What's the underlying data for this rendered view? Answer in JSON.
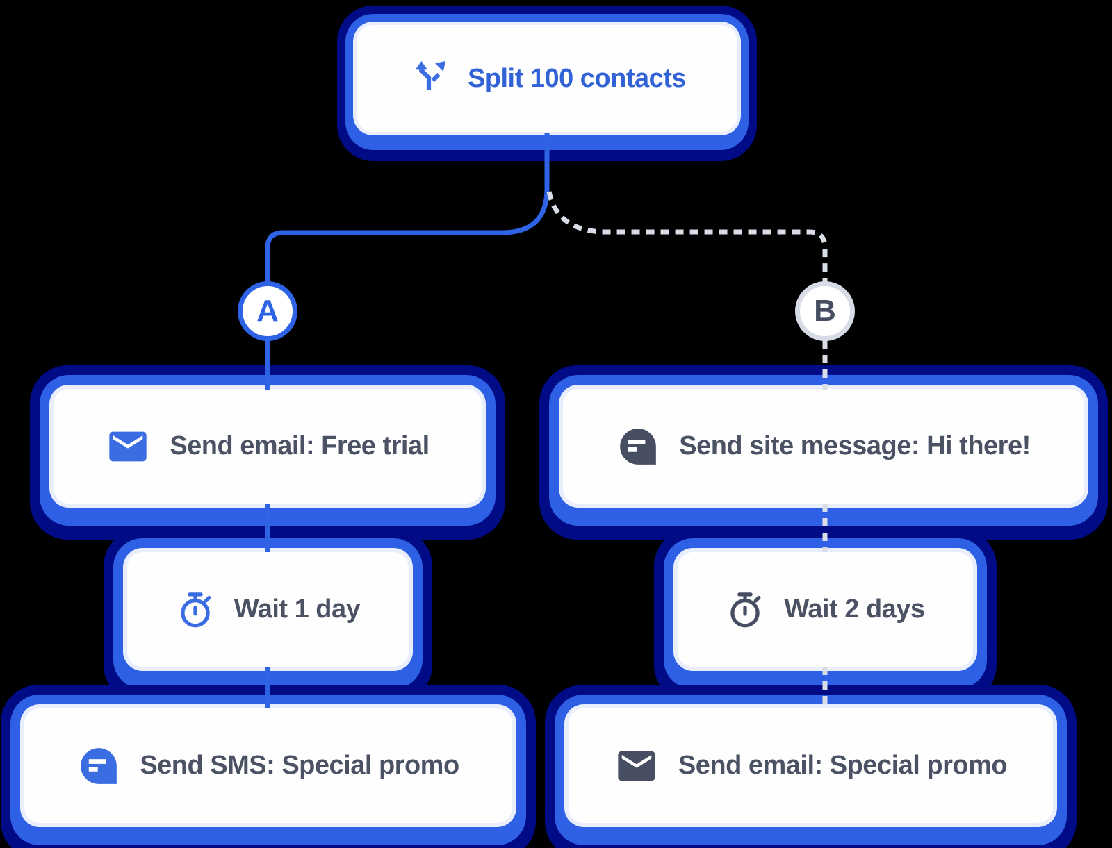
{
  "colors": {
    "background": "#000000",
    "navy_ring": "#010b86",
    "blue_ring": "#2d60e4",
    "inner_ring": "#e9eefc",
    "card_bg": "#ffffff",
    "accent_blue": "#2e63e6",
    "top_label_blue": "#3263d6",
    "text_dark": "#4b5263",
    "icon_dark": "#474e61",
    "dashed_line_gray": "#d9dde7",
    "branch_b_border": "#d6dbe6"
  },
  "top_node": {
    "icon": "split-icon",
    "label": "Split 100 contacts"
  },
  "branch_a": {
    "label": "A",
    "line_style": "solid-blue",
    "nodes": [
      {
        "icon": "email-icon",
        "label": "Send email: Free trial"
      },
      {
        "icon": "timer-icon",
        "label": "Wait 1 day"
      },
      {
        "icon": "sms-icon",
        "label": "Send SMS: Special promo"
      }
    ]
  },
  "branch_b": {
    "label": "B",
    "line_style": "dashed-gray",
    "nodes": [
      {
        "icon": "site-message-icon",
        "label": "Send site message: Hi there!"
      },
      {
        "icon": "timer-icon",
        "label": "Wait 2 days"
      },
      {
        "icon": "email-icon",
        "label": "Send email: Special promo"
      }
    ]
  }
}
